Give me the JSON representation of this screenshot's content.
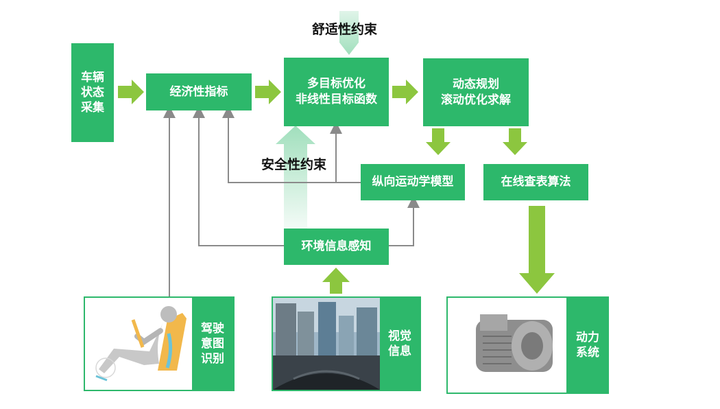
{
  "nodes": {
    "vehicle_state": {
      "line1": "车辆",
      "line2": "状态",
      "line3": "采集"
    },
    "economy_index": "经济性指标",
    "optimization": {
      "line1": "多目标优化",
      "line2": "非线性目标函数"
    },
    "dynamic_programming": {
      "line1": "动态规划",
      "line2": "滚动优化求解"
    },
    "longitudinal_model": "纵向运动学模型",
    "online_lookup": "在线查表算法",
    "environment_perception": "环境信息感知"
  },
  "constraints": {
    "comfort": "舒适性约束",
    "safety": "安全性约束"
  },
  "panels": {
    "driver_intent": {
      "line1": "驾驶",
      "line2": "意图",
      "line3": "识别"
    },
    "vision_info": {
      "line1": "视觉",
      "line2": "信息"
    },
    "powertrain": {
      "line1": "动力",
      "line2": "系统"
    }
  },
  "colors": {
    "box_green": "#2db86b",
    "arrow_lime": "#8cc63f",
    "connector_gray": "#8a8a8a",
    "constraint_arrow_light": "#c8ead5"
  }
}
